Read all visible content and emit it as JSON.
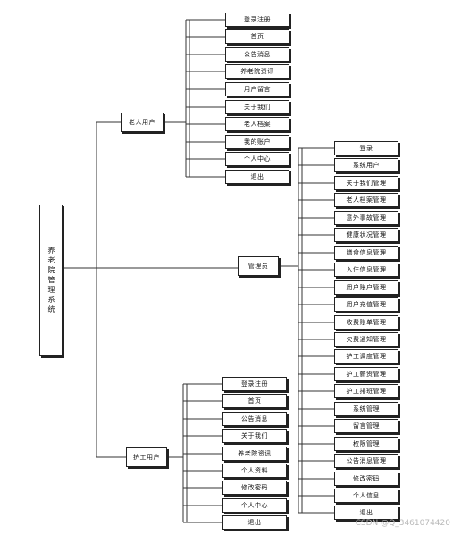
{
  "root": "养老院管理系统",
  "roles": {
    "elder": "老人用户",
    "admin": "管理员",
    "nurse": "护工用户"
  },
  "elder_items": [
    "登录注册",
    "首页",
    "公告消息",
    "养老院资讯",
    "用户留言",
    "关于我们",
    "老人档案",
    "我的账户",
    "个人中心",
    "退出"
  ],
  "admin_items": [
    "登录",
    "系统用户",
    "关于我们管理",
    "老人档案管理",
    "意外事故管理",
    "健康状况管理",
    "膳食信息管理",
    "入住信息管理",
    "用户账户管理",
    "用户充值管理",
    "收费账单管理",
    "欠费通知管理",
    "护工调度管理",
    "护工薪资管理",
    "护工排班管理",
    "系统管理",
    "留言管理",
    "权限管理",
    "公告消息管理",
    "修改密码",
    "个人信息",
    "退出"
  ],
  "nurse_items": [
    "登录注册",
    "首页",
    "公告消息",
    "关于我们",
    "养老院资讯",
    "个人资料",
    "修改密码",
    "个人中心",
    "退出"
  ],
  "watermark": "CSDN @Q_3461074420",
  "line_color": "#333333"
}
